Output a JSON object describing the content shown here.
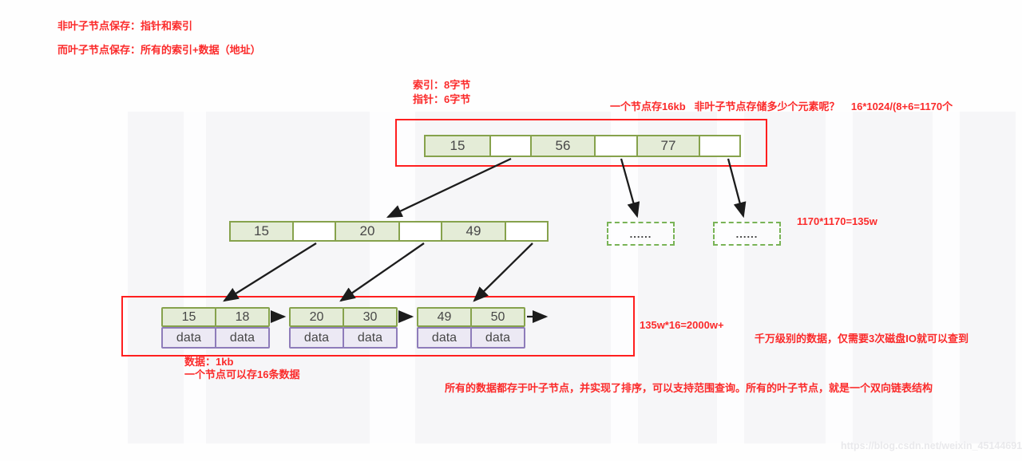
{
  "annotations": {
    "note_internal": "非叶子节点保存：指针和索引",
    "note_leaf": "而叶子节点保存：所有的索引+数据（地址）",
    "index_size": "索引：8字节",
    "pointer_size": "指针：6字节",
    "node_capacity": "一个节点存16kb   非叶子节点存储多少个元素呢？    16*1024/(8+6=1170个",
    "level2_math": "1170*1170=135w",
    "leaf_math": "135w*16=2000w+",
    "io_note": "千万级别的数据，仅需要3次磁盘IO就可以查到",
    "data_size": "数据：1kb",
    "leaf_capacity": "一个节点可以存16条数据",
    "bottom_note": "所有的数据都存于叶子节点，并实现了排序，可以支持范围查询。所有的叶子节点，就是一个双向链表结构"
  },
  "tree": {
    "root": {
      "keys": [
        "15",
        "56",
        "77"
      ]
    },
    "internal": {
      "keys": [
        "15",
        "20",
        "49"
      ]
    },
    "ellipsis_nodes": [
      "......",
      "......"
    ],
    "leaves": [
      {
        "keys": [
          "15",
          "18"
        ],
        "data": [
          "data",
          "data"
        ]
      },
      {
        "keys": [
          "20",
          "30"
        ],
        "data": [
          "data",
          "data"
        ]
      },
      {
        "keys": [
          "49",
          "50"
        ],
        "data": [
          "data",
          "data"
        ]
      }
    ]
  },
  "watermark": "https://blog.csdn.net/weixin_45144691",
  "colors": {
    "annotation_red": "#fb2b2b",
    "highlight_box_red": "#ff1f1f",
    "key_cell_fill": "#e4ecd7",
    "key_cell_border": "#86a24c",
    "data_cell_fill": "#ece9f4",
    "data_cell_border": "#8e7cba",
    "dashed_node_border": "#79b356",
    "arrow": "#1c1c1c"
  }
}
